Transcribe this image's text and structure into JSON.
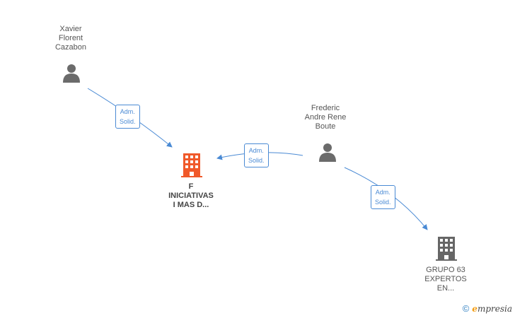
{
  "nodes": {
    "xavier": {
      "label": "Xavier\nFlorent\nCazabon",
      "icon": "person-icon"
    },
    "frederic": {
      "label": "Frederic\nAndre Rene\nBoute",
      "icon": "person-icon"
    },
    "iniciativas": {
      "label": "F\nINICIATIVAS\nI MAS D...",
      "icon": "building-icon",
      "color": "#f0592a"
    },
    "grupo63": {
      "label": "GRUPO 63\nEXPERTOS\nEN...",
      "icon": "building-icon",
      "color": "#666666"
    }
  },
  "edges": [
    {
      "label": "Adm.\nSolid."
    },
    {
      "label": "Adm.\nSolid."
    },
    {
      "label": "Adm.\nSolid."
    }
  ],
  "colors": {
    "link": "#4a8ad4",
    "person": "#6b6b6b"
  },
  "footer": {
    "copyright": "©",
    "brand_first": "e",
    "brand_rest": "mpresia"
  }
}
